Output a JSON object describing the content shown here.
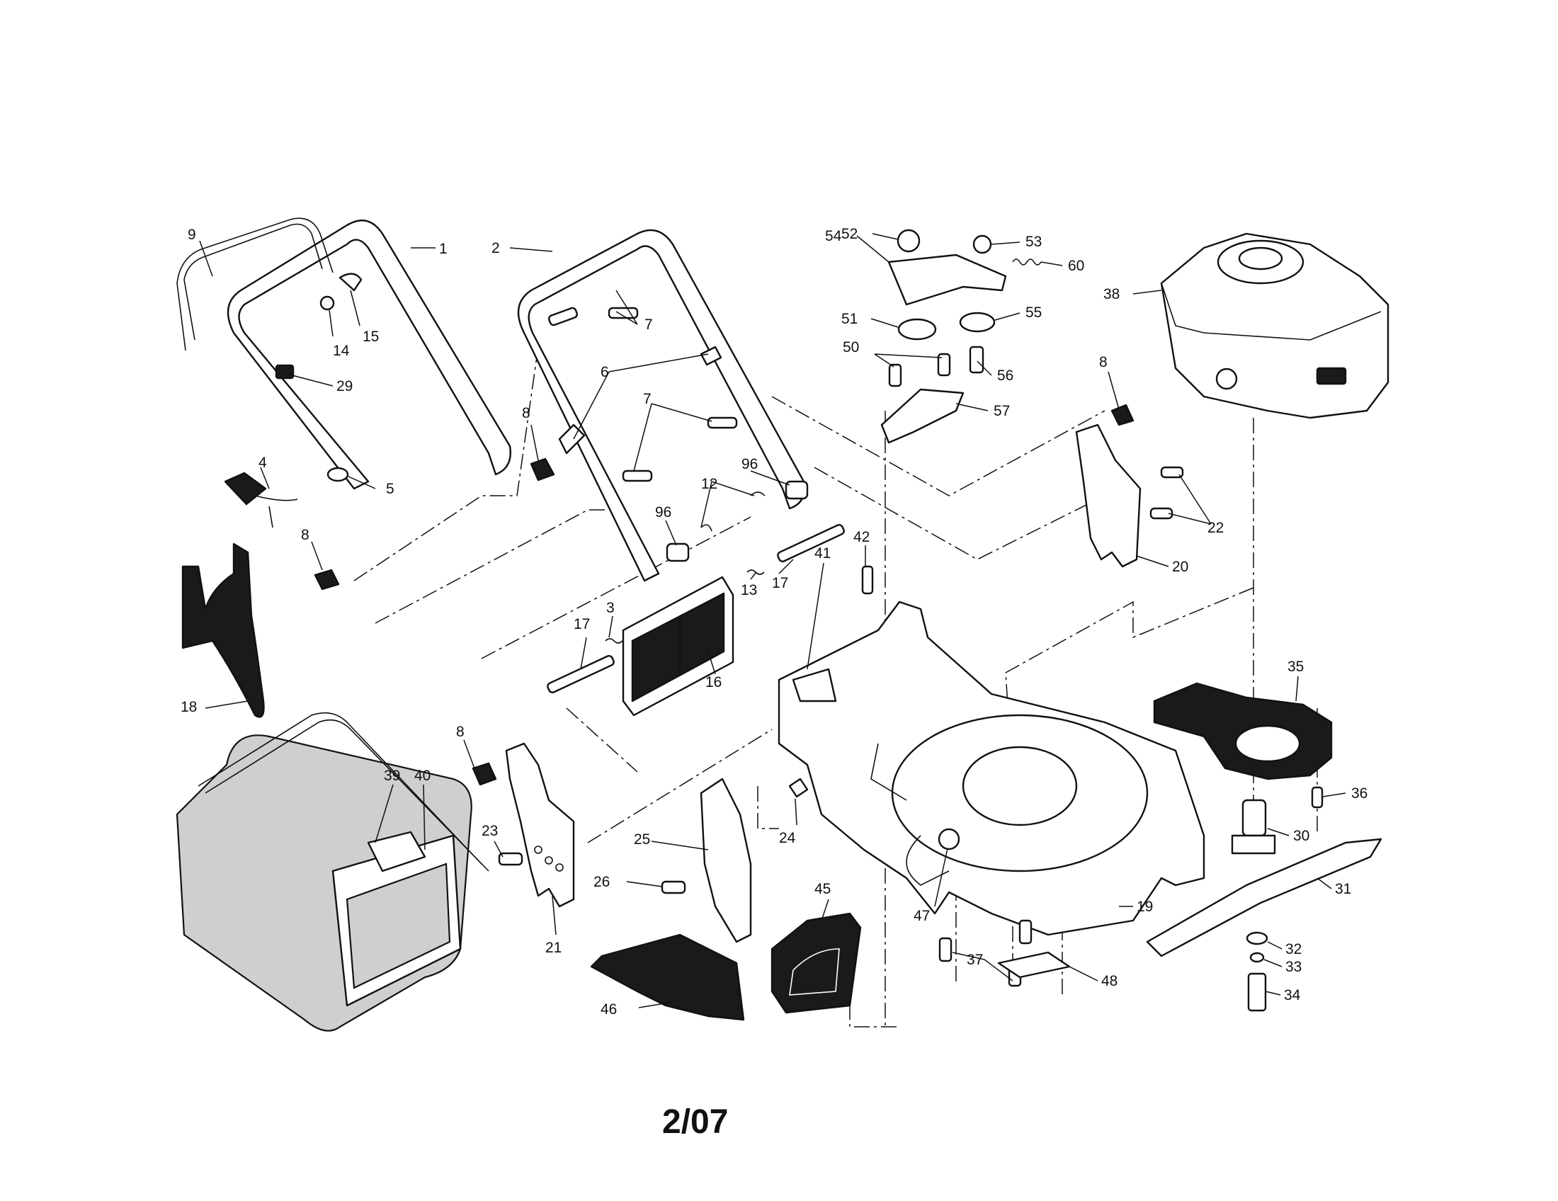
{
  "diagram": {
    "date_code": "2/07",
    "callouts": [
      {
        "id": "c9",
        "text": "9"
      },
      {
        "id": "c1",
        "text": "1"
      },
      {
        "id": "c15",
        "text": "15"
      },
      {
        "id": "c14",
        "text": "14"
      },
      {
        "id": "c29",
        "text": "29"
      },
      {
        "id": "c4",
        "text": "4"
      },
      {
        "id": "c5",
        "text": "5"
      },
      {
        "id": "c8a",
        "text": "8"
      },
      {
        "id": "c18",
        "text": "18"
      },
      {
        "id": "c2",
        "text": "2"
      },
      {
        "id": "c7a",
        "text": "7"
      },
      {
        "id": "c6",
        "text": "6"
      },
      {
        "id": "c8b",
        "text": "8"
      },
      {
        "id": "c7b",
        "text": "7"
      },
      {
        "id": "c96a",
        "text": "96"
      },
      {
        "id": "c12",
        "text": "12"
      },
      {
        "id": "c96b",
        "text": "96"
      },
      {
        "id": "c17a",
        "text": "17"
      },
      {
        "id": "c3",
        "text": "3"
      },
      {
        "id": "c16",
        "text": "16"
      },
      {
        "id": "c13",
        "text": "13"
      },
      {
        "id": "c17b",
        "text": "17"
      },
      {
        "id": "c41",
        "text": "41"
      },
      {
        "id": "c42",
        "text": "42"
      },
      {
        "id": "c39",
        "text": "39"
      },
      {
        "id": "c40",
        "text": "40"
      },
      {
        "id": "c8c",
        "text": "8"
      },
      {
        "id": "c23",
        "text": "23"
      },
      {
        "id": "c21",
        "text": "21"
      },
      {
        "id": "c25",
        "text": "25"
      },
      {
        "id": "c26",
        "text": "26"
      },
      {
        "id": "c24",
        "text": "24"
      },
      {
        "id": "c45",
        "text": "45"
      },
      {
        "id": "c46",
        "text": "46"
      },
      {
        "id": "c47",
        "text": "47"
      },
      {
        "id": "c52",
        "text": "52"
      },
      {
        "id": "c53",
        "text": "53"
      },
      {
        "id": "c54",
        "text": "54"
      },
      {
        "id": "c60",
        "text": "60"
      },
      {
        "id": "c51",
        "text": "51"
      },
      {
        "id": "c55",
        "text": "55"
      },
      {
        "id": "c50",
        "text": "50"
      },
      {
        "id": "c56",
        "text": "56"
      },
      {
        "id": "c57",
        "text": "57"
      },
      {
        "id": "c38",
        "text": "38"
      },
      {
        "id": "c8d",
        "text": "8"
      },
      {
        "id": "c22",
        "text": "22"
      },
      {
        "id": "c20",
        "text": "20"
      },
      {
        "id": "c35",
        "text": "35"
      },
      {
        "id": "c36",
        "text": "36"
      },
      {
        "id": "c30",
        "text": "30"
      },
      {
        "id": "c31",
        "text": "31"
      },
      {
        "id": "c19",
        "text": "19"
      },
      {
        "id": "c37",
        "text": "37"
      },
      {
        "id": "c48",
        "text": "48"
      },
      {
        "id": "c32",
        "text": "32"
      },
      {
        "id": "c33",
        "text": "33"
      },
      {
        "id": "c34",
        "text": "34"
      }
    ]
  }
}
